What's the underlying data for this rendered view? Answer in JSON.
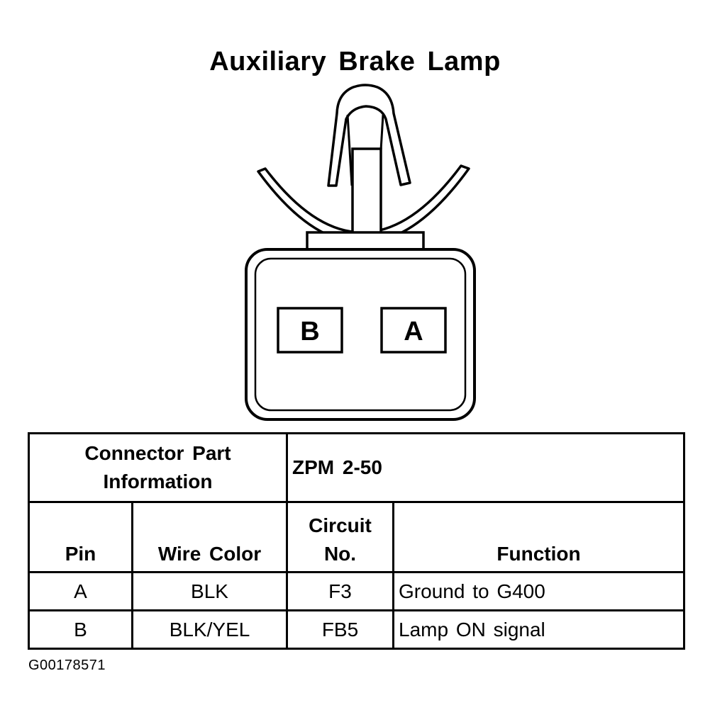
{
  "title": "Auxiliary Brake Lamp",
  "connector": {
    "pins": [
      {
        "label": "B"
      },
      {
        "label": "A"
      }
    ]
  },
  "table": {
    "part_info_label": "Connector Part Information",
    "part_info_value": "ZPM 2-50",
    "headers": {
      "pin": "Pin",
      "wire_color": "Wire Color",
      "circuit": "Circuit No.",
      "function": "Function"
    },
    "rows": [
      {
        "pin": "A",
        "wire_color": "BLK",
        "circuit": "F3",
        "function": "Ground to G400"
      },
      {
        "pin": "B",
        "wire_color": "BLK/YEL",
        "circuit": "FB5",
        "function": "Lamp ON signal"
      }
    ]
  },
  "figure_id": "G00178571"
}
